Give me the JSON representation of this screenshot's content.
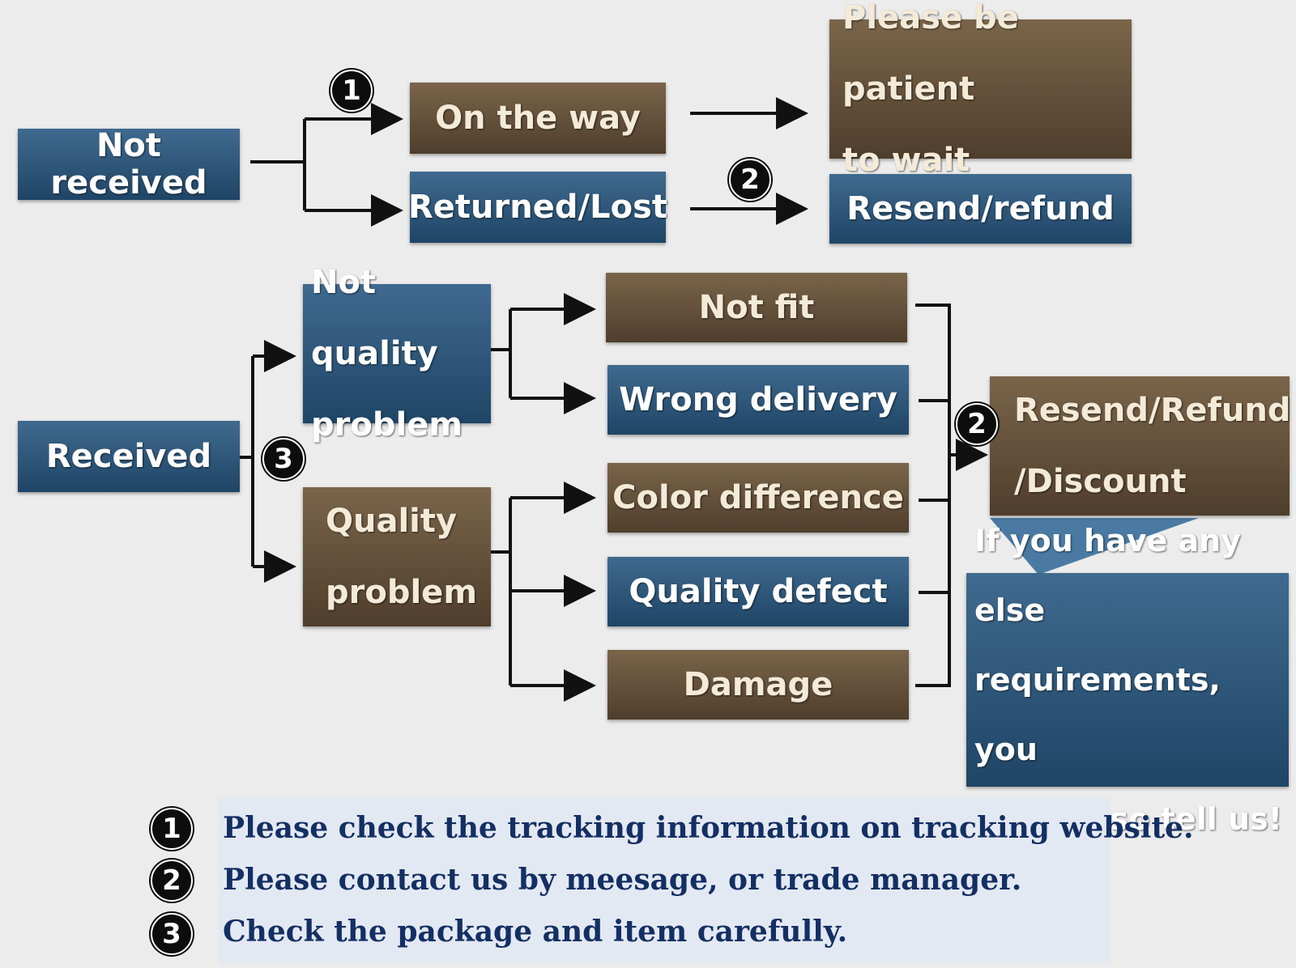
{
  "nodes": {
    "not_received": "Not received",
    "on_the_way": "On the way",
    "returned_lost": "Returned/Lost",
    "please_wait": [
      "Please be patient",
      "to wait"
    ],
    "resend_refund": "Resend/refund",
    "received": "Received",
    "not_quality_problem": [
      "Not quality",
      "problem"
    ],
    "quality_problem": [
      "Quality",
      "problem"
    ],
    "not_fit": "Not fit",
    "wrong_delivery": "Wrong delivery",
    "color_difference": "Color difference",
    "quality_defect": "Quality defect",
    "damage": "Damage",
    "resend_refund_discount": [
      "Resend/Refund",
      "/Discount"
    ],
    "callout": [
      "If you have any else",
      "requirements, you",
      "could also tell us!"
    ]
  },
  "badges": [
    "1",
    "2",
    "3"
  ],
  "notes": [
    {
      "num": "1",
      "text": "Please check the tracking information on tracking website."
    },
    {
      "num": "2",
      "text": "Please contact us by meesage, or trade manager."
    },
    {
      "num": "3",
      "text": "Check the package and item carefully."
    }
  ],
  "colors": {
    "blue": "#2a5478",
    "brown": "#5f4b36",
    "note_text": "#142f63",
    "line": "#111111"
  }
}
